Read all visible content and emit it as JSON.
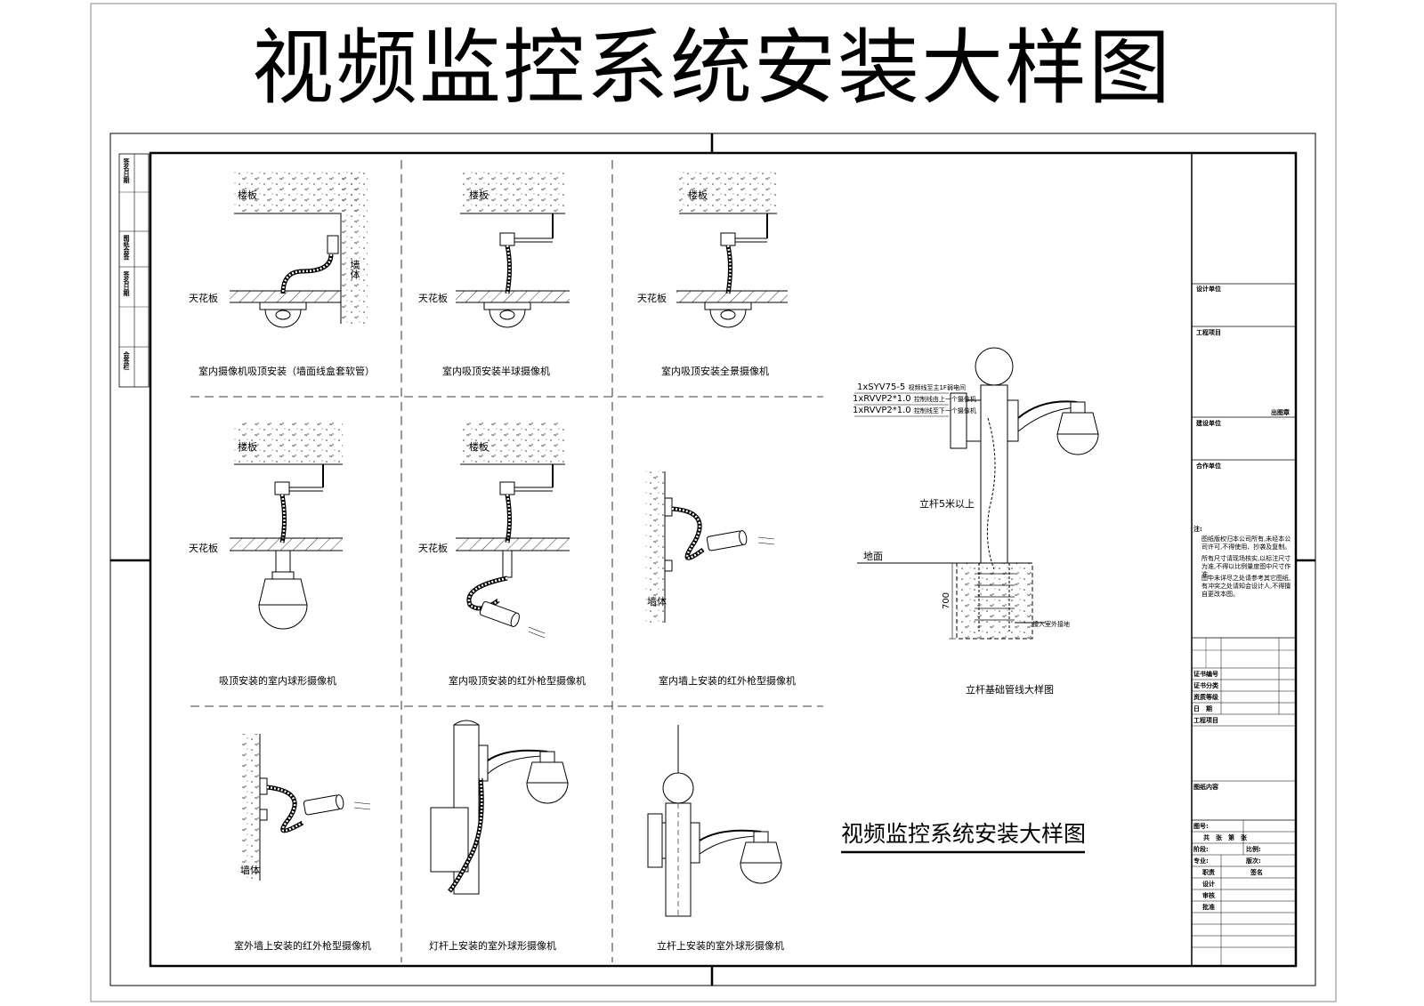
{
  "page_title": "视频监控系统安装大样图",
  "drawing_title": "视频监控系统安装大样图",
  "labels": {
    "floor_slab": "楼板",
    "ceiling": "天花板",
    "wall": "墙体",
    "wall_alt": "墙体",
    "ground": "地面",
    "pole_height": "立杆5米以上",
    "depth": "700",
    "cable_1": "1xSYV75-5",
    "cable_1_note": "视频线至主1F弱电间",
    "cable_2": "1xRVVP2*1.0",
    "cable_2_note": "控制线由上一个摄像机",
    "cable_3": "1xRVVP2*1.0",
    "cable_3_note": "控制线至下一个摄像机",
    "ground_note": "接入室外接地"
  },
  "captions": {
    "d1": "室内摄像机吸顶安装（墙面线盒套软管）",
    "d2": "室内吸顶安装半球摄像机",
    "d3": "室内吸顶安装全景摄像机",
    "d4": "吸顶安装的室内球形摄像机",
    "d5": "室内吸顶安装的红外枪型摄像机",
    "d6": "室内墙上安装的红外枪型摄像机",
    "d7": "室外墙上安装的红外枪型摄像机",
    "d8": "灯杆上安装的室外球形摄像机",
    "d9": "立杆上安装的室外球形摄像机",
    "d10": "立杆基础管线大样图"
  },
  "left_strip": {
    "a": "签名日期",
    "b": "图纸会签",
    "c": "签名日期",
    "d": "会签栏"
  },
  "title_block": {
    "design_unit": "设计单位",
    "stamp": "出图章",
    "construction_unit": "建设单位",
    "cooperation_unit": "合作单位",
    "notes_title": "注:",
    "note1": "图纸版权归本公司所有,未经本公司许可,不得使用、抄袭及复制。",
    "note2": "所有尺寸请现场核实,以标注尺寸为准,不得以比例量度图中尺寸作准。",
    "note3": "图中未详尽之处请参考其它图纸,有冲突之处请知会设计人,不得擅自更改本图。",
    "cert_no": "证书编号",
    "cert_class": "证书分类",
    "grade": "资质等级",
    "date": "日　期",
    "project": "工程项目",
    "drawing_content": "图纸内容",
    "drawing_no": "图号:",
    "total_sheets": "共　张　第　张",
    "stage": "阶段:",
    "scale": "比例:",
    "discipline": "专业:",
    "version": "版次:",
    "duty": "职责",
    "sign": "签名",
    "design": "设计",
    "check": "审核",
    "approve": "批准"
  }
}
